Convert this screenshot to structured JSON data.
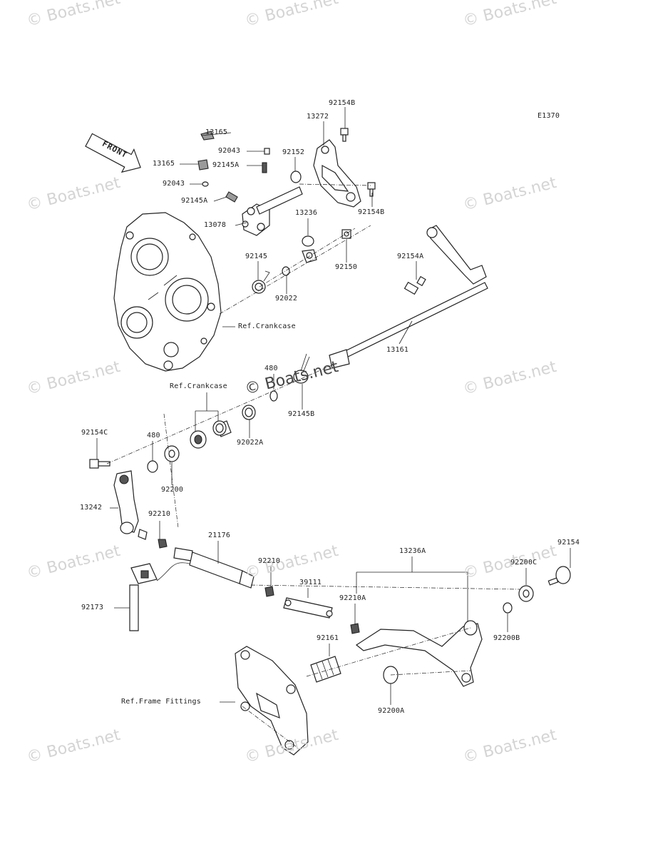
{
  "diagram": {
    "code": "E1370",
    "front_label": "FRONT",
    "watermark": "© Boats.net",
    "watermark_center": "© Boats.net",
    "labels": [
      {
        "id": "92154B-top",
        "text": "92154B"
      },
      {
        "id": "13272",
        "text": "13272"
      },
      {
        "id": "13165-a",
        "text": "13165"
      },
      {
        "id": "92043-a",
        "text": "92043"
      },
      {
        "id": "92152",
        "text": "92152"
      },
      {
        "id": "13165-b",
        "text": "13165"
      },
      {
        "id": "92145A-a",
        "text": "92145A"
      },
      {
        "id": "92043-b",
        "text": "92043"
      },
      {
        "id": "92145A-b",
        "text": "92145A"
      },
      {
        "id": "92154B-mid",
        "text": "92154B"
      },
      {
        "id": "13078",
        "text": "13078"
      },
      {
        "id": "13236",
        "text": "13236"
      },
      {
        "id": "92145",
        "text": "92145"
      },
      {
        "id": "92150",
        "text": "92150"
      },
      {
        "id": "92154A",
        "text": "92154A"
      },
      {
        "id": "92022",
        "text": "92022"
      },
      {
        "id": "ref-crankcase-1",
        "text": "Ref.Crankcase"
      },
      {
        "id": "13161",
        "text": "13161"
      },
      {
        "id": "480-a",
        "text": "480"
      },
      {
        "id": "ref-crankcase-2",
        "text": "Ref.Crankcase"
      },
      {
        "id": "92145B",
        "text": "92145B"
      },
      {
        "id": "92022A",
        "text": "92022A"
      },
      {
        "id": "92154C",
        "text": "92154C"
      },
      {
        "id": "480-b",
        "text": "480"
      },
      {
        "id": "92200",
        "text": "92200"
      },
      {
        "id": "13242",
        "text": "13242"
      },
      {
        "id": "92210-a",
        "text": "92210"
      },
      {
        "id": "21176",
        "text": "21176"
      },
      {
        "id": "13236A",
        "text": "13236A"
      },
      {
        "id": "92154",
        "text": "92154"
      },
      {
        "id": "92210-b",
        "text": "92210"
      },
      {
        "id": "92200C",
        "text": "92200C"
      },
      {
        "id": "39111",
        "text": "39111"
      },
      {
        "id": "92210A",
        "text": "92210A"
      },
      {
        "id": "92173",
        "text": "92173"
      },
      {
        "id": "92161",
        "text": "92161"
      },
      {
        "id": "92200B",
        "text": "92200B"
      },
      {
        "id": "ref-frame-fittings",
        "text": "Ref.Frame Fittings"
      },
      {
        "id": "92200A",
        "text": "92200A"
      }
    ]
  }
}
